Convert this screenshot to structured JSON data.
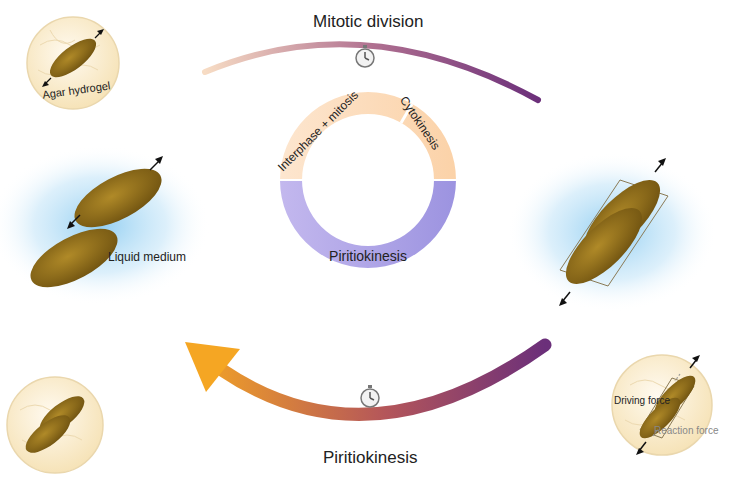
{
  "diagram": {
    "nodes": [
      {
        "text": [
          "Agar hydrogel"
        ]
      },
      {
        "text": [
          "Liquid medium"
        ]
      },
      {
        "text": [
          "Interphase + mitosis"
        ]
      },
      {
        "text": [
          "Cytokinesis"
        ]
      },
      {
        "text": [
          "Piritiokinesis"
        ]
      },
      {
        "text": [
          "Driving force",
          "Reaction force"
        ]
      }
    ],
    "labels": [
      "Mitotic division",
      "Piritiokinesis"
    ]
  }
}
